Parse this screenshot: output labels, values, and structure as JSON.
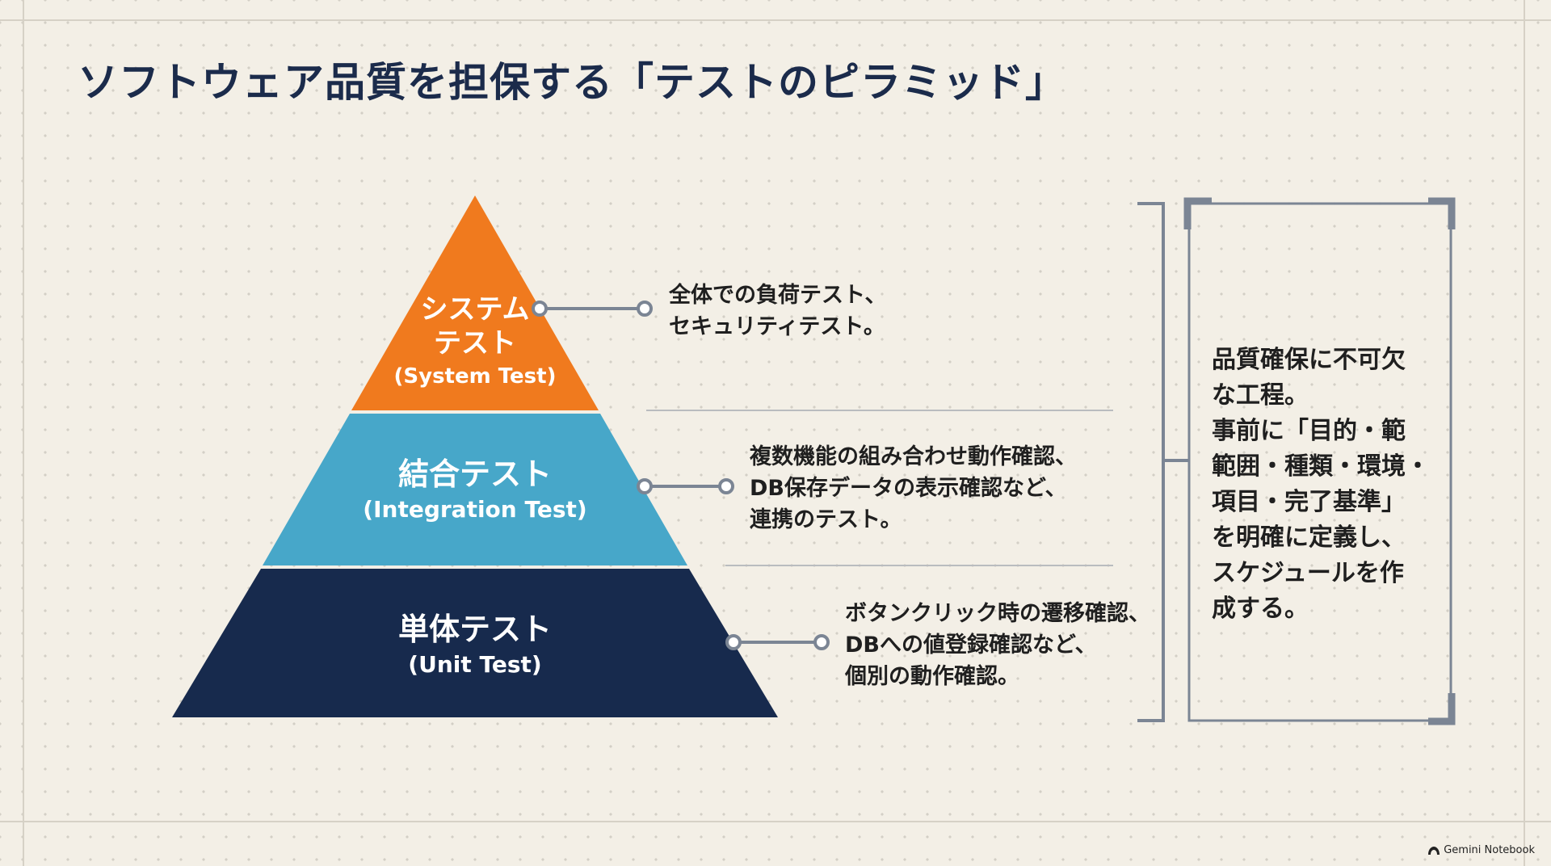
{
  "title": "ソフトウェア品質を担保する「テストのピラミッド」",
  "colors": {
    "background": "#f3efe6",
    "system": "#f07a1e",
    "integration": "#47a7c9",
    "unit": "#172a4d",
    "connector": "#7b8594",
    "title": "#1b2b4b"
  },
  "pyramid": {
    "system": {
      "label_jp_line1": "システム",
      "label_jp_line2": "テスト",
      "label_en": "(System Test)",
      "desc": [
        "全体での負荷テスト、",
        "セキュリティテスト。"
      ]
    },
    "integration": {
      "label_jp": "結合テスト",
      "label_en": "(Integration Test)",
      "desc": [
        "複数機能の組み合わせ動作確認、",
        "DB保存データの表示確認など、",
        "連携のテスト。"
      ]
    },
    "unit": {
      "label_jp": "単体テスト",
      "label_en": "(Unit Test)",
      "desc": [
        "ボタンクリック時の遷移確認、",
        "DBへの値登録確認など、",
        "個別の動作確認。"
      ]
    }
  },
  "note": {
    "lines": [
      "品質確保に不可欠",
      "な工程。",
      "事前に「目的・範",
      "範囲・種類・環境・",
      "項目・完了基準」",
      "を明確に定義し、",
      "スケジュールを作",
      "成する。"
    ]
  },
  "footer": {
    "brand": "Gemini Notebook",
    "icon": "gemini-logo-icon"
  }
}
